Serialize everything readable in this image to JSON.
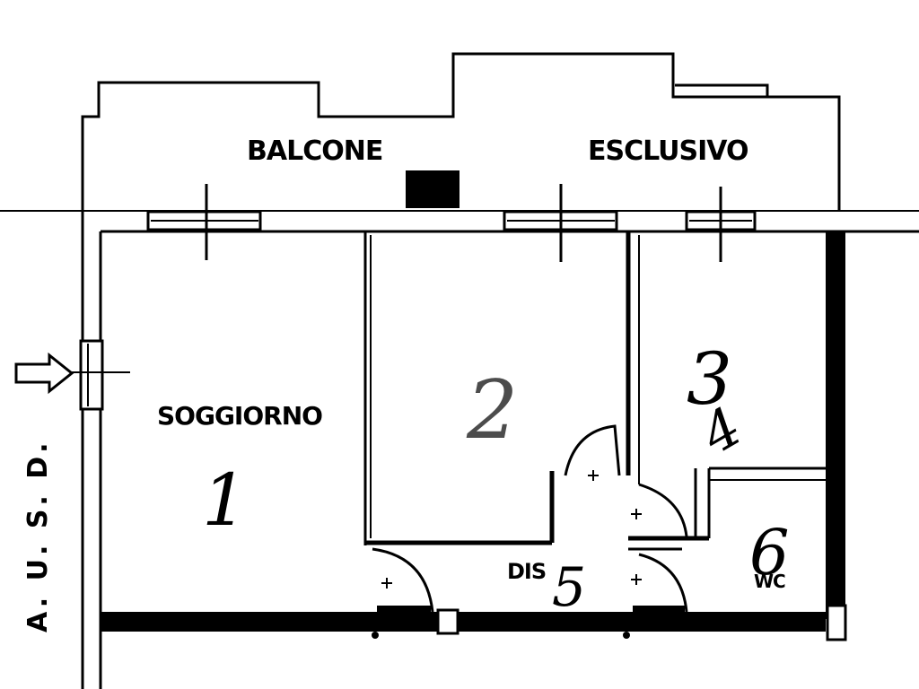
{
  "labels": {
    "balcone": "BALCONE",
    "esclusivo": "ESCLUSIVO",
    "soggiorno": "SOGGIORNO",
    "dis": "DIS",
    "wc": "WC",
    "side": "A. U. S. D."
  },
  "room_numbers": {
    "r1": "1",
    "r2": "2",
    "r3": "3",
    "r4": "4",
    "r5": "5",
    "r6": "6"
  },
  "colors": {
    "ink": "#000000",
    "paper": "#ffffff"
  }
}
